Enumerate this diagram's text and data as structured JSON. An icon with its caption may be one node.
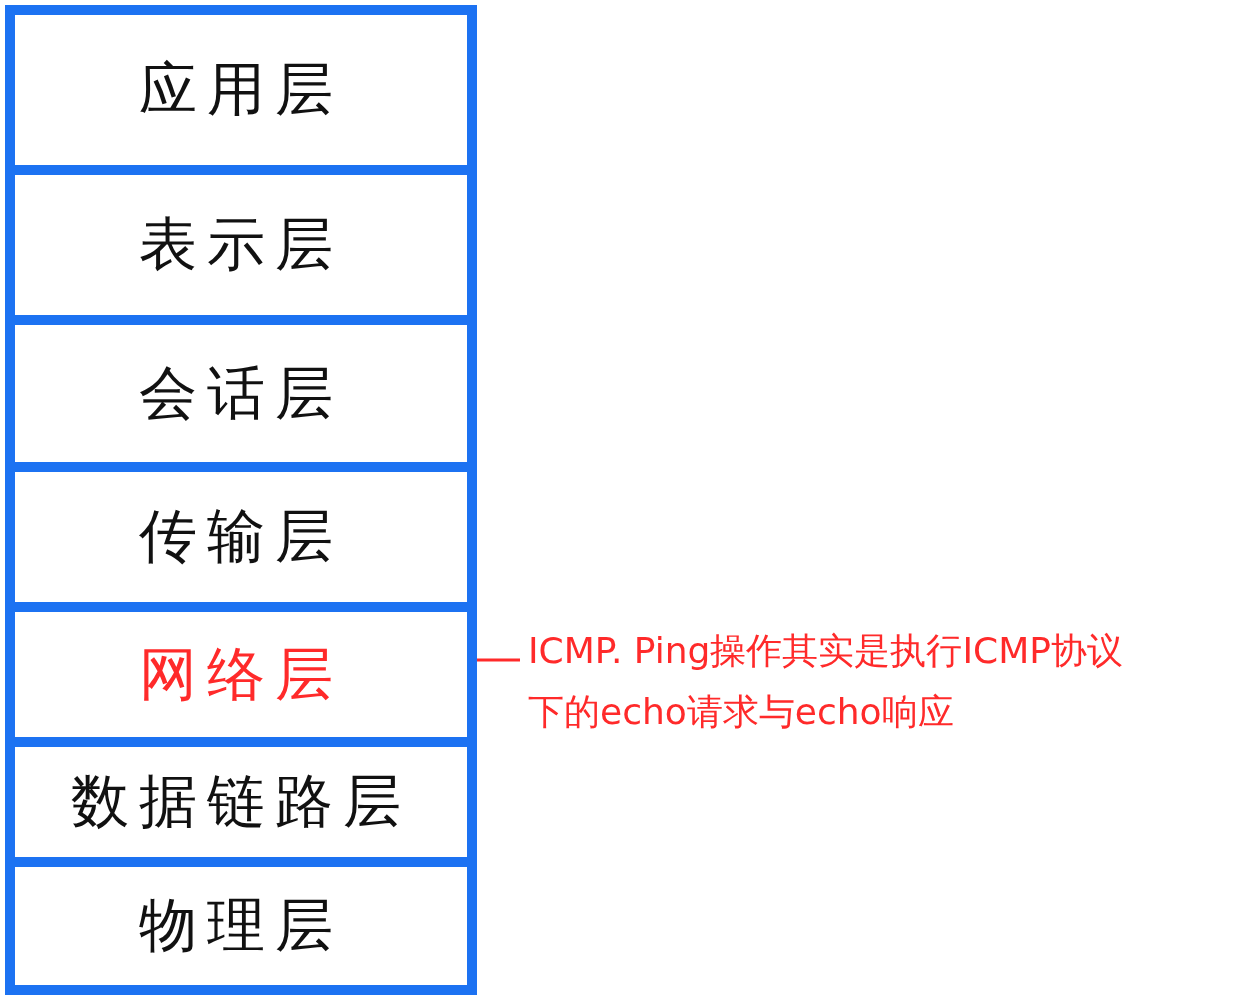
{
  "diagram": {
    "nodes": [
      {
        "text": [
          "应用层"
        ]
      },
      {
        "text": [
          "表示层"
        ]
      },
      {
        "text": [
          "会话层"
        ]
      },
      {
        "text": [
          "传输层"
        ]
      },
      {
        "text": [
          "网络层"
        ]
      },
      {
        "text": [
          "数据链路层"
        ]
      },
      {
        "text": [
          "物理层"
        ]
      },
      {
        "text": [
          "ICMP. Ping操作其实是执行ICMP协议下的echo请求与echo响应"
        ]
      }
    ],
    "edges": [
      {
        "from": 7,
        "to": 4,
        "arrow": "none",
        "color": "#ff2a2a"
      }
    ]
  }
}
